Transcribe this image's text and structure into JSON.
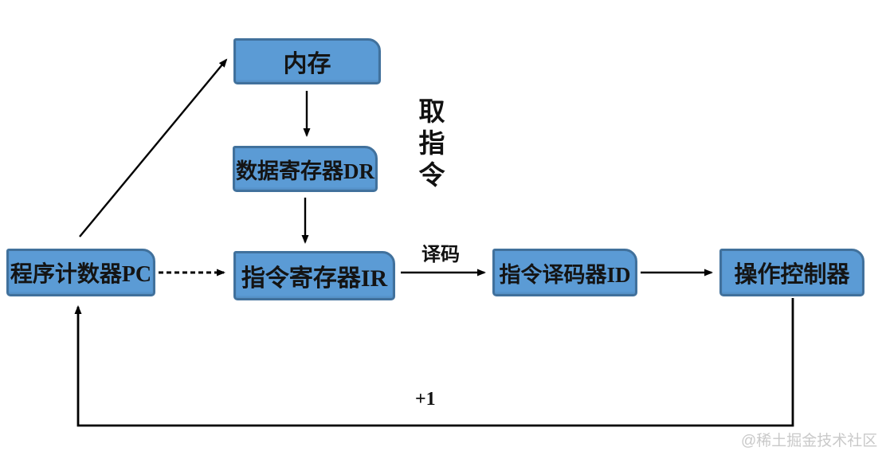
{
  "diagram": {
    "nodes": {
      "memory": {
        "label": "内存"
      },
      "data_register": {
        "label": "数据寄存器DR"
      },
      "program_counter": {
        "label": "程序计数器PC"
      },
      "instruction_register": {
        "label": "指令寄存器IR"
      },
      "instruction_decoder": {
        "label": "指令译码器ID"
      },
      "operation_controller": {
        "label": "操作控制器"
      }
    },
    "labels": {
      "fetch": "取指令",
      "decode": "译码",
      "increment": "+1"
    },
    "watermark": "@稀土掘金技术社区",
    "colors": {
      "node_fill": "#5b9bd5",
      "node_border": "#41719c",
      "arrow": "#000000",
      "watermark_text": "#c9c9c9"
    }
  }
}
